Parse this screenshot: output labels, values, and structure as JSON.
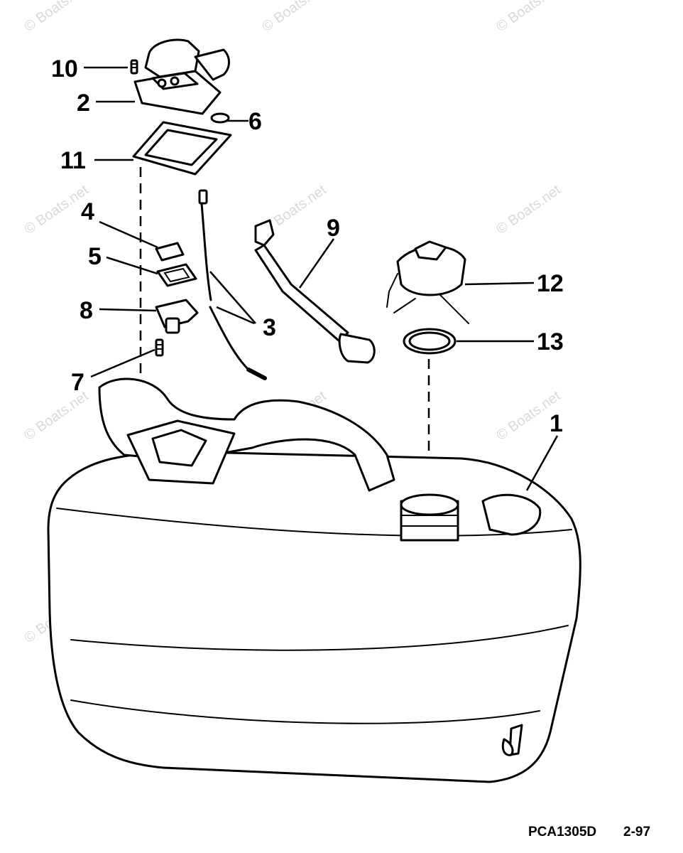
{
  "watermark": "© Boats.net",
  "callouts": {
    "c1": "1",
    "c2": "2",
    "c3": "3",
    "c4": "4",
    "c5": "5",
    "c6": "6",
    "c7": "7",
    "c8": "8",
    "c9": "9",
    "c10": "10",
    "c11": "11",
    "c12": "12",
    "c13": "13"
  },
  "footer": {
    "code": "PCA1305D",
    "date": "2-97"
  }
}
